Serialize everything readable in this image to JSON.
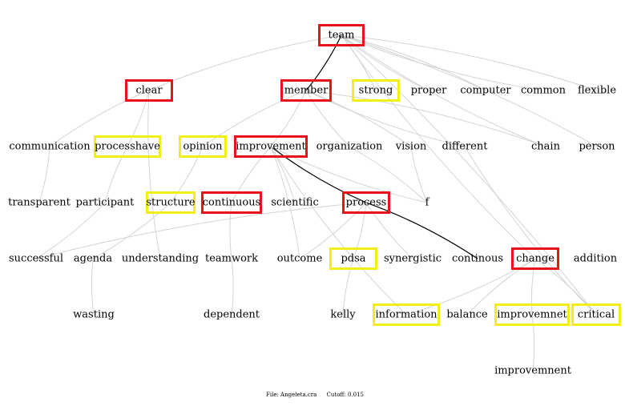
{
  "nodes": [
    {
      "id": "team",
      "label": "team",
      "box": "red"
    },
    {
      "id": "clear",
      "label": "clear",
      "box": "red"
    },
    {
      "id": "member",
      "label": "member",
      "box": "red"
    },
    {
      "id": "strong",
      "label": "strong",
      "box": "yellow"
    },
    {
      "id": "proper",
      "label": "proper",
      "box": ""
    },
    {
      "id": "computer",
      "label": "computer",
      "box": ""
    },
    {
      "id": "common",
      "label": "common",
      "box": ""
    },
    {
      "id": "flexible",
      "label": "flexible",
      "box": ""
    },
    {
      "id": "communication",
      "label": "communication",
      "box": ""
    },
    {
      "id": "processhave",
      "label": "processhave",
      "box": "yellow"
    },
    {
      "id": "opinion",
      "label": "opinion",
      "box": "yellow"
    },
    {
      "id": "improvement",
      "label": "improvement",
      "box": "red"
    },
    {
      "id": "organization",
      "label": "organization",
      "box": ""
    },
    {
      "id": "vision",
      "label": "vision",
      "box": ""
    },
    {
      "id": "different",
      "label": "different",
      "box": ""
    },
    {
      "id": "chain",
      "label": "chain",
      "box": ""
    },
    {
      "id": "person",
      "label": "person",
      "box": ""
    },
    {
      "id": "transparent",
      "label": "transparent",
      "box": ""
    },
    {
      "id": "participant",
      "label": "participant",
      "box": ""
    },
    {
      "id": "structure",
      "label": "structure",
      "box": "yellow"
    },
    {
      "id": "continuous",
      "label": "continuous",
      "box": "red"
    },
    {
      "id": "scientific",
      "label": "scientific",
      "box": ""
    },
    {
      "id": "process",
      "label": "process",
      "box": "red"
    },
    {
      "id": "f",
      "label": "f",
      "box": ""
    },
    {
      "id": "successful",
      "label": "successful",
      "box": ""
    },
    {
      "id": "agenda",
      "label": "agenda",
      "box": ""
    },
    {
      "id": "understanding",
      "label": "understanding",
      "box": ""
    },
    {
      "id": "teamwork",
      "label": "teamwork",
      "box": ""
    },
    {
      "id": "outcome",
      "label": "outcome",
      "box": ""
    },
    {
      "id": "pdsa",
      "label": "pdsa",
      "box": "yellow"
    },
    {
      "id": "synergistic",
      "label": "synergistic",
      "box": ""
    },
    {
      "id": "continous",
      "label": "continous",
      "box": ""
    },
    {
      "id": "change",
      "label": "change",
      "box": "red"
    },
    {
      "id": "addition",
      "label": "addition",
      "box": ""
    },
    {
      "id": "wasting",
      "label": "wasting",
      "box": ""
    },
    {
      "id": "dependent",
      "label": "dependent",
      "box": ""
    },
    {
      "id": "kelly",
      "label": "kelly",
      "box": ""
    },
    {
      "id": "information",
      "label": "information",
      "box": "yellow"
    },
    {
      "id": "balance",
      "label": "balance",
      "box": ""
    },
    {
      "id": "improvemnet",
      "label": "improvemnet",
      "box": "yellow"
    },
    {
      "id": "critical",
      "label": "critical",
      "box": "yellow"
    },
    {
      "id": "improvemnent",
      "label": "improvemnent",
      "box": ""
    }
  ],
  "edges": [
    {
      "from": "team",
      "to": "member",
      "style": "dark"
    },
    {
      "from": "improvement",
      "to": "process",
      "style": "dark"
    },
    {
      "from": "process",
      "to": "continous",
      "style": "dark"
    },
    {
      "from": "team",
      "to": "clear",
      "style": "light"
    },
    {
      "from": "team",
      "to": "strong",
      "style": "light"
    },
    {
      "from": "team",
      "to": "proper",
      "style": "light"
    },
    {
      "from": "team",
      "to": "computer",
      "style": "light"
    },
    {
      "from": "team",
      "to": "common",
      "style": "light"
    },
    {
      "from": "team",
      "to": "flexible",
      "style": "light"
    },
    {
      "from": "team",
      "to": "chain",
      "style": "light"
    },
    {
      "from": "team",
      "to": "person",
      "style": "light"
    },
    {
      "from": "team",
      "to": "change",
      "style": "light"
    },
    {
      "from": "team",
      "to": "critical",
      "style": "light"
    },
    {
      "from": "member",
      "to": "opinion",
      "style": "light"
    },
    {
      "from": "member",
      "to": "improvement",
      "style": "light"
    },
    {
      "from": "member",
      "to": "organization",
      "style": "light"
    },
    {
      "from": "member",
      "to": "vision",
      "style": "light"
    },
    {
      "from": "member",
      "to": "different",
      "style": "light"
    },
    {
      "from": "member",
      "to": "chain",
      "style": "light"
    },
    {
      "from": "clear",
      "to": "communication",
      "style": "light"
    },
    {
      "from": "clear",
      "to": "processhave",
      "style": "light"
    },
    {
      "from": "clear",
      "to": "understanding",
      "style": "light"
    },
    {
      "from": "communication",
      "to": "transparent",
      "style": "light"
    },
    {
      "from": "processhave",
      "to": "participant",
      "style": "light"
    },
    {
      "from": "opinion",
      "to": "structure",
      "style": "light"
    },
    {
      "from": "improvement",
      "to": "continuous",
      "style": "light"
    },
    {
      "from": "improvement",
      "to": "scientific",
      "style": "light"
    },
    {
      "from": "improvement",
      "to": "f",
      "style": "light"
    },
    {
      "from": "improvement",
      "to": "outcome",
      "style": "light"
    },
    {
      "from": "improvement",
      "to": "information",
      "style": "light"
    },
    {
      "from": "organization",
      "to": "f",
      "style": "light"
    },
    {
      "from": "vision",
      "to": "f",
      "style": "light"
    },
    {
      "from": "structure",
      "to": "agenda",
      "style": "light"
    },
    {
      "from": "continuous",
      "to": "teamwork",
      "style": "light"
    },
    {
      "from": "process",
      "to": "pdsa",
      "style": "light"
    },
    {
      "from": "process",
      "to": "synergistic",
      "style": "light"
    },
    {
      "from": "process",
      "to": "outcome",
      "style": "light"
    },
    {
      "from": "process",
      "to": "successful",
      "style": "light"
    },
    {
      "from": "participant",
      "to": "successful",
      "style": "light"
    },
    {
      "from": "agenda",
      "to": "wasting",
      "style": "light"
    },
    {
      "from": "teamwork",
      "to": "dependent",
      "style": "light"
    },
    {
      "from": "pdsa",
      "to": "kelly",
      "style": "light"
    },
    {
      "from": "change",
      "to": "information",
      "style": "light"
    },
    {
      "from": "change",
      "to": "improvemnet",
      "style": "light"
    },
    {
      "from": "change",
      "to": "critical",
      "style": "light"
    },
    {
      "from": "change",
      "to": "balance",
      "style": "light"
    },
    {
      "from": "improvemnet",
      "to": "improvemnent",
      "style": "light"
    },
    {
      "from": "different",
      "to": "critical",
      "style": "light"
    }
  ],
  "colors": {
    "red": "#e8141c",
    "yellow": "#f2ee1a",
    "dark_edge": "#000000",
    "light_edge": "#d4d4d4"
  },
  "footer": {
    "file": "File: Angeleta.cra",
    "cutoff": "Cutoff: 0.015"
  }
}
